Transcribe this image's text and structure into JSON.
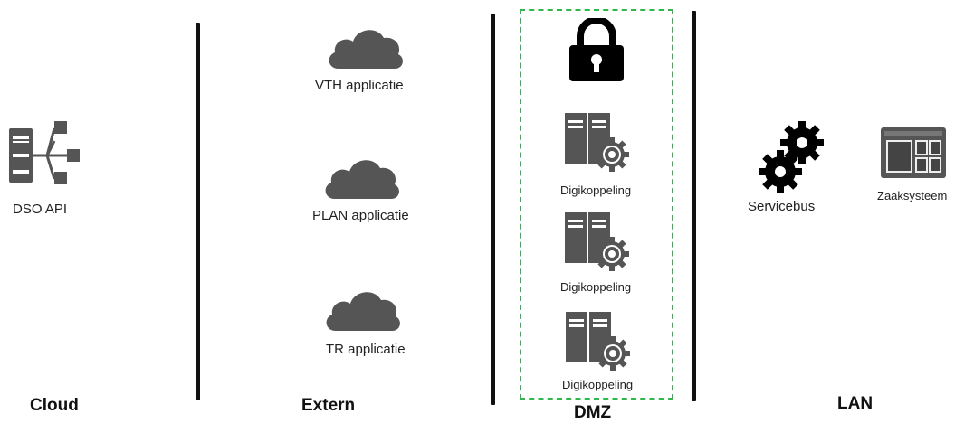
{
  "zones": {
    "cloud": "Cloud",
    "extern": "Extern",
    "dmz": "DMZ",
    "lan": "LAN"
  },
  "nodes": {
    "dso_api": "DSO API",
    "vth": "VTH applicatie",
    "plan": "PLAN applicatie",
    "tr": "TR applicatie",
    "digikoppeling": [
      "Digikoppeling",
      "Digikoppeling",
      "Digikoppeling"
    ],
    "servicebus": "Servicebus",
    "zaaksysteem": "Zaaksysteem"
  },
  "colors": {
    "dmz_border": "#2db84a",
    "icon_gray": "#555555",
    "icon_black": "#000000"
  },
  "icons": [
    "server-network-icon",
    "cloud-icon",
    "lock-icon",
    "server-gear-icon",
    "gears-icon",
    "window-app-icon"
  ]
}
